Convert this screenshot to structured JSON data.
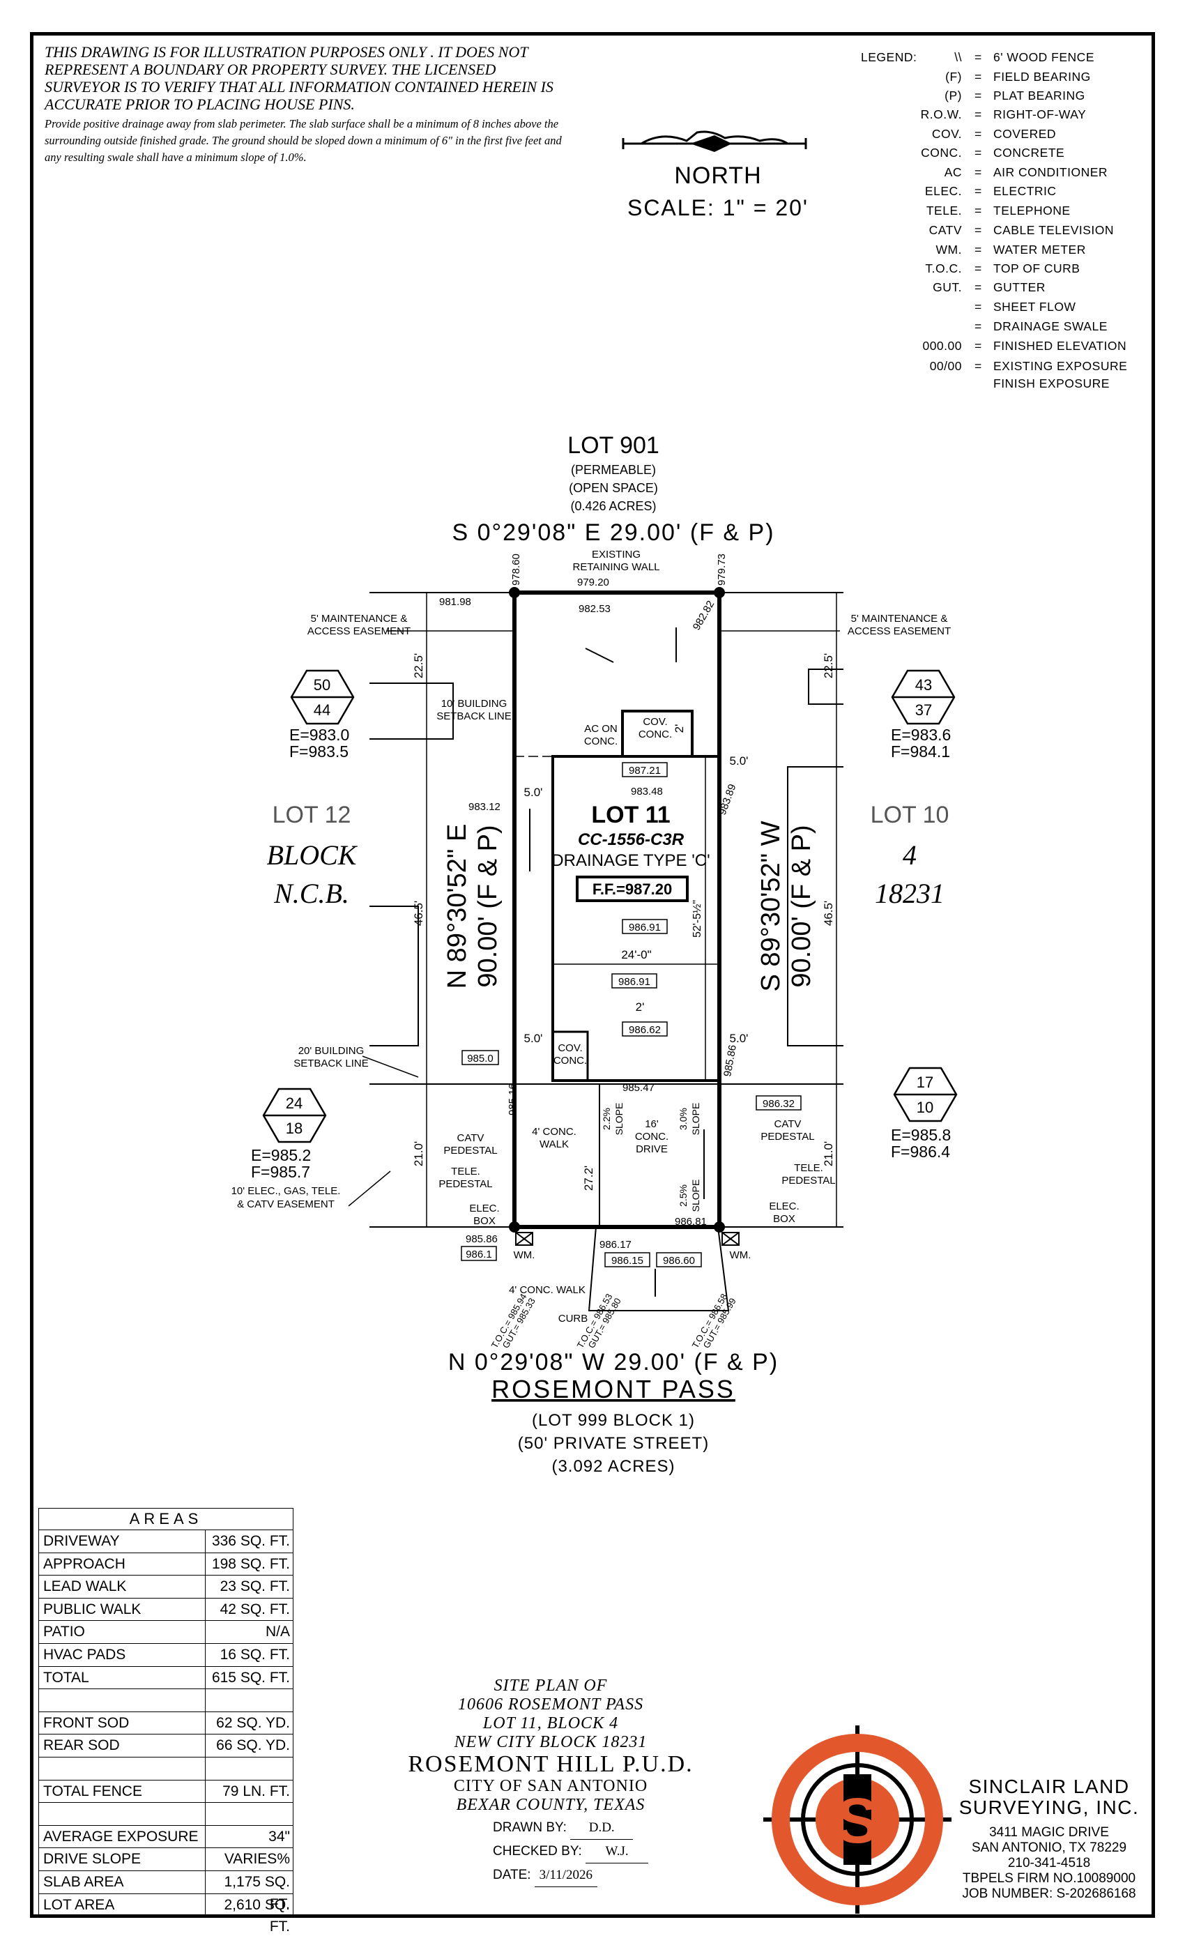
{
  "disclaimer": {
    "main": "THIS DRAWING IS FOR ILLUSTRATION PURPOSES ONLY . IT DOES NOT REPRESENT A BOUNDARY OR PROPERTY SURVEY. THE LICENSED SURVEYOR IS TO VERIFY THAT ALL INFORMATION CONTAINED HEREIN IS ACCURATE PRIOR TO PLACING HOUSE PINS.",
    "drainage": "Provide positive drainage away from slab perimeter. The slab surface shall be a minimum of 8 inches above the surrounding outside finished grade. The ground should be sloped down a minimum of 6\" in the first five feet and any resulting swale shall have a minimum slope of 1.0%."
  },
  "north": {
    "label": "NORTH",
    "scale": "SCALE:  1\"  =  20'"
  },
  "legend": {
    "title": "LEGEND:",
    "items": [
      {
        "sym": "\\\\",
        "text": "6' WOOD FENCE"
      },
      {
        "sym": "(F)",
        "text": "FIELD BEARING"
      },
      {
        "sym": "(P)",
        "text": "PLAT BEARING"
      },
      {
        "sym": "R.O.W.",
        "text": "RIGHT-OF-WAY"
      },
      {
        "sym": "COV.",
        "text": "COVERED"
      },
      {
        "sym": "CONC.",
        "text": "CONCRETE"
      },
      {
        "sym": "AC",
        "text": "AIR CONDITIONER"
      },
      {
        "sym": "ELEC.",
        "text": "ELECTRIC"
      },
      {
        "sym": "TELE.",
        "text": "TELEPHONE"
      },
      {
        "sym": "CATV",
        "text": "CABLE TELEVISION"
      },
      {
        "sym": "WM.",
        "text": "WATER METER"
      },
      {
        "sym": "T.O.C.",
        "text": "TOP OF CURB"
      },
      {
        "sym": "GUT.",
        "text": "GUTTER"
      },
      {
        "sym": "",
        "text": "SHEET FLOW"
      },
      {
        "sym": "",
        "text": "DRAINAGE SWALE"
      },
      {
        "sym": "000.00",
        "text": "FINISHED ELEVATION"
      },
      {
        "sym": "00/00",
        "text": "EXISTING EXPOSURE"
      },
      {
        "sym": "",
        "text": "FINISH EXPOSURE"
      }
    ],
    "eq": "="
  },
  "plan": {
    "lot901": "LOT 901",
    "lot901_sub1": "(PERMEABLE)",
    "lot901_sub2": "(OPEN SPACE)",
    "lot901_sub3": "(0.426 ACRES)",
    "north_bearing": "S 0°29'08\"  E  29.00'  (F & P)",
    "south_bearing": "N 0°29'08\"  W  29.00'  (F & P)",
    "west_bearing": "N 89°30'52\" E",
    "west_dist": "90.00' (F & P)",
    "east_bearing": "S 89°30'52\" W",
    "east_dist": "90.00' (F & P)",
    "street": "ROSEMONT PASS",
    "street_sub1": "(LOT 999 BLOCK 1)",
    "street_sub2": "(50' PRIVATE STREET)",
    "street_sub3": "(3.092 ACRES)",
    "lot12": "LOT 12",
    "block": "BLOCK",
    "ncb": "N.C.B.",
    "lot10": "LOT 10",
    "block_num": "4",
    "ncb_num": "18231",
    "lot11": "LOT 11",
    "plan_code": "CC-1556-C3R",
    "drainage_type": "DRAINAGE TYPE 'C'",
    "ff": "F.F.=987.20",
    "existing_wall": "EXISTING",
    "existing_wall2": "RETAINING WALL",
    "maint_left1": "5' MAINTENANCE &",
    "maint_left2": "ACCESS EASEMENT",
    "maint_right1": "5' MAINTENANCE &",
    "maint_right2": "ACCESS EASEMENT",
    "bsl_top1": "10' BUILDING",
    "bsl_top2": "SETBACK LINE",
    "bsl_bot1": "20' BUILDING",
    "bsl_bot2": "SETBACK LINE",
    "easement1": "10' ELEC., GAS, TELE.",
    "easement2": "& CATV EASEMENT",
    "ac_on": "AC ON",
    "ac_conc": "CONC.",
    "cov": "COV.",
    "conc": "CONC.",
    "cov2": "COV.",
    "conc2": "CONC.",
    "conc_walk": "4' CONC.",
    "walk": "WALK",
    "walk4": "4' CONC. WALK",
    "drive1": "16'",
    "drive2": "CONC.",
    "drive3": "DRIVE",
    "catv_ped": "CATV",
    "pedestal": "PEDESTAL",
    "tele_ped": "TELE.",
    "tele_pedestal": "PEDESTAL",
    "elec_box": "ELEC.",
    "box": "BOX",
    "curb": "CURB",
    "wm": "WM.",
    "exp_left_top": "50",
    "exp_left_bot": "44",
    "exp_left_e": "E=983.0",
    "exp_left_f": "F=983.5",
    "exp_right_top": "43",
    "exp_right_bot": "37",
    "exp_right_e": "E=983.6",
    "exp_right_f": "F=984.1",
    "exp_bl_top": "24",
    "exp_bl_bot": "18",
    "exp_bl_e": "E=985.2",
    "exp_bl_f": "F=985.7",
    "exp_br_top": "17",
    "exp_br_bot": "10",
    "exp_br_e": "E=985.8",
    "exp_br_f": "F=986.4",
    "dim_24": "24'-0\"",
    "dim_52": "52'-5½\"",
    "dim_465_l": "46.5'",
    "dim_465_r": "46.5'",
    "dim_225_l": "22.5'",
    "dim_225_r": "22.5'",
    "dim_21_l": "21.0'",
    "dim_21_r": "21.0'",
    "dim_5_tl": "5.0'",
    "dim_5_tr": "5.0'",
    "dim_5_bl": "5.0'",
    "dim_5_br": "5.0'",
    "dim_272": "27.2'",
    "dim_2": "2'",
    "dim_2_cov": "2'",
    "slope1": "2.2%",
    "slope2": "3.0%",
    "slope3": "2.5%",
    "slope_word": "SLOPE",
    "elevations": {
      "e97860": "978.60",
      "e97973": "979.73",
      "e98198": "981.98",
      "e97920": "979.20",
      "e98253": "982.53",
      "e98282": "982.82",
      "e98721": "987.21",
      "e98348": "983.48",
      "e98312": "983.12",
      "e98389": "983.89",
      "e98691": "986.91",
      "e98691b": "986.91",
      "e98662": "986.62",
      "e9850": "985.0",
      "e98516": "985.16",
      "e98547": "985.47",
      "e98586": "985.86",
      "e98632": "986.32",
      "e9861": "986.1",
      "e98617": "986.17",
      "e98615": "986.15",
      "e98660": "986.60",
      "e98681": "986.81",
      "e98586b": "985.86",
      "toc1": "T.O.C.= 985.94",
      "gut1": "GUT.= 985.33",
      "toc2": "T.O.C.= 986.53",
      "gut2": "GUT.= 985.80",
      "toc3": "T.O.C.= 986.58",
      "gut3": "GUT.= 985.99"
    }
  },
  "areas": {
    "title": "AREAS",
    "rows": [
      {
        "label": "DRIVEWAY",
        "value": "336 SQ. FT."
      },
      {
        "label": "APPROACH",
        "value": "198 SQ. FT."
      },
      {
        "label": "LEAD WALK",
        "value": "23 SQ. FT."
      },
      {
        "label": "PUBLIC WALK",
        "value": "42 SQ. FT."
      },
      {
        "label": "PATIO",
        "value": "N/A"
      },
      {
        "label": "HVAC PADS",
        "value": "16 SQ. FT."
      },
      {
        "label": "TOTAL",
        "value": "615 SQ. FT."
      },
      {
        "label": "",
        "value": ""
      },
      {
        "label": "FRONT SOD",
        "value": "62 SQ. YD."
      },
      {
        "label": "REAR SOD",
        "value": "66 SQ. YD."
      },
      {
        "label": "",
        "value": ""
      },
      {
        "label": "TOTAL FENCE",
        "value": "79 LN. FT."
      },
      {
        "label": "",
        "value": ""
      },
      {
        "label": "AVERAGE EXPOSURE",
        "value": "34\""
      },
      {
        "label": "DRIVE SLOPE",
        "value": "VARIES%"
      },
      {
        "label": "SLAB AREA",
        "value": "1,175 SQ. FT."
      },
      {
        "label": "LOT AREA",
        "value": "2,610 SQ. FT."
      }
    ]
  },
  "title_block": {
    "line1": "SITE PLAN OF",
    "line2": "10606 ROSEMONT PASS",
    "line3": "LOT 11, BLOCK 4",
    "line4": "NEW CITY BLOCK 18231",
    "line5": "ROSEMONT HILL P.U.D.",
    "line6": "CITY OF SAN ANTONIO",
    "line7": "BEXAR COUNTY, TEXAS"
  },
  "signoff": {
    "drawn_label": "DRAWN BY:",
    "drawn_val": "D.D.",
    "checked_label": "CHECKED BY:",
    "checked_val": "W.J.",
    "date_label": "DATE:",
    "date_val": "3/11/2026"
  },
  "company": {
    "name1": "SINCLAIR LAND",
    "name2": "SURVEYING, INC.",
    "addr1": "3411 MAGIC DRIVE",
    "addr2": "SAN ANTONIO, TX 78229",
    "phone": "210-341-4518",
    "firm": "TBPELS FIRM NO.10089000",
    "job": "JOB NUMBER: S-202686168",
    "logo_letter": "S",
    "logo_color": "#e2572b"
  }
}
